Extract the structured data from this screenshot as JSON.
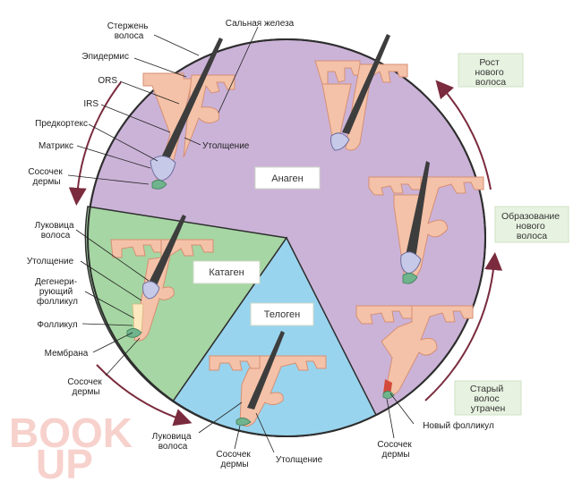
{
  "labels": {
    "shaft": [
      "Стержень",
      "волоса"
    ],
    "sebaceous_gland": "Сальная железа",
    "epidermis": "Эпидермис",
    "ors": "ORS",
    "irs": "IRS",
    "precortex": "Предкортекс",
    "matrix": "Матрикс",
    "dermal_papilla_1": [
      "Сосочек",
      "дермы"
    ],
    "thickening_1": "Утолщение",
    "hair_bulb_1": [
      "Луковица",
      "волоса"
    ],
    "thickening_2": "Утолщение",
    "degenerating_follicle": [
      "Дегенери-",
      "рующий",
      "фолликул"
    ],
    "follicle": "Фолликул",
    "membrane": "Мембрана",
    "dermal_papilla_2": [
      "Сосочек",
      "дермы"
    ],
    "hair_bulb_2": [
      "Луковица",
      "волоса"
    ],
    "dermal_papilla_3": [
      "Сосочек",
      "дермы"
    ],
    "thickening_3": "Утолщение",
    "new_follicle": "Новый фолликул",
    "dermal_papilla_4": [
      "Сосочек",
      "дермы"
    ]
  },
  "phases": {
    "anagen": "Анаген",
    "catagen": "Катаген",
    "telogen": "Телоген"
  },
  "side_boxes": {
    "new_hair_growth": [
      "Рост",
      "нового",
      "волоса"
    ],
    "new_hair_formation": [
      "Образование",
      "нового",
      "волоса"
    ],
    "old_hair_lost": [
      "Старый",
      "волос",
      "утрачен"
    ]
  },
  "watermark": "BOOK UP",
  "colors": {
    "anagen": "#cbb3d8",
    "catagen": "#a6d6a3",
    "telogen": "#99d4ee",
    "outline": "#2e2e2e",
    "arrow": "#7a2b3d"
  }
}
